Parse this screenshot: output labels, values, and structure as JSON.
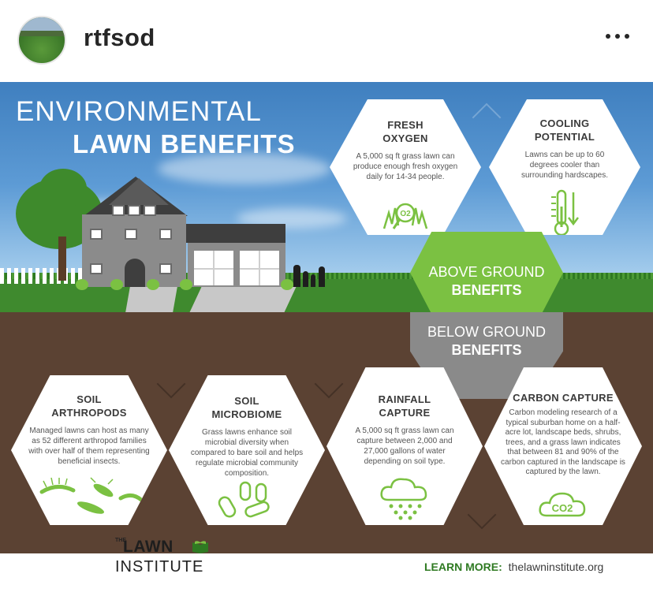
{
  "post": {
    "username": "rtfsod",
    "more_icon": "more-horizontal-icon"
  },
  "infographic": {
    "title_line1": "ENVIRONMENTAL",
    "title_line2": "LAWN BENEFITS",
    "above": {
      "label_line1": "ABOVE GROUND",
      "label_line2": "BENEFITS",
      "cards": [
        {
          "title_line1": "FRESH",
          "title_line2": "OXYGEN",
          "text": "A 5,000 sq ft grass lawn can produce enough fresh oxygen daily for 14-34 people.",
          "icon": "oxygen-icon",
          "icon_text": "O2"
        },
        {
          "title_line1": "COOLING",
          "title_line2": "POTENTIAL",
          "text": "Lawns can be up to 60 degrees cooler than surrounding hardscapes.",
          "icon": "thermometer-icon"
        }
      ]
    },
    "below": {
      "label_line1": "BELOW GROUND",
      "label_line2": "BENEFITS",
      "cards": [
        {
          "title_line1": "SOIL",
          "title_line2": "ARTHROPODS",
          "text": "Managed lawns can host as many as 52 different arthropod families with over half of them representing beneficial insects.",
          "icon": "insects-icon"
        },
        {
          "title_line1": "SOIL",
          "title_line2": "MICROBIOME",
          "text": "Grass lawns enhance soil microbial diversity when compared to bare soil and helps regulate microbial community composition.",
          "icon": "microbes-icon"
        },
        {
          "title_line1": "RAINFALL",
          "title_line2": "CAPTURE",
          "text": "A 5,000 sq ft grass lawn can capture between 2,000 and 27,000 gallons of water depending on soil type.",
          "icon": "rain-cloud-icon"
        },
        {
          "title_line1": "CARBON CAPTURE",
          "title_line2": "",
          "text": "Carbon modeling research of a typical suburban home on a half-acre lot, landscape beds, shrubs, trees, and a grass lawn indicates that between 81 and 90% of the carbon captured in the landscape is captured by the lawn.",
          "icon": "co2-cloud-icon",
          "icon_text": "CO2"
        }
      ]
    },
    "logo": {
      "the": "THE",
      "lawn": "LAWN",
      "institute": "INSTITUTE"
    },
    "learn_more": {
      "label": "LEARN MORE:",
      "url": "thelawninstitute.org"
    },
    "colors": {
      "green": "#7bc142",
      "dark_green": "#2f7a22",
      "soil": "#5b4233",
      "gray": "#8a8a8a"
    }
  }
}
